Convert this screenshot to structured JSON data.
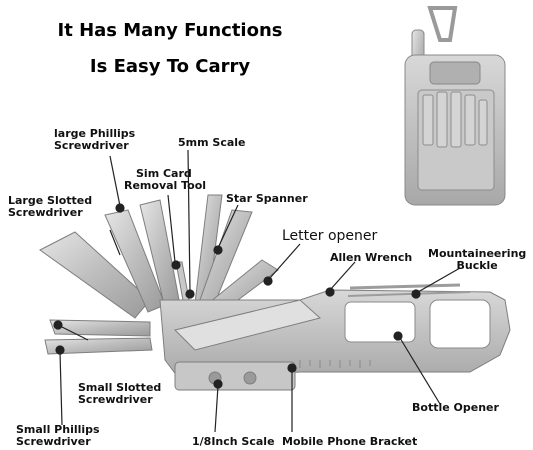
{
  "headline": {
    "line1": "It Has Many Functions",
    "line2": "Is Easy To Carry"
  },
  "labels": {
    "large_phillips_1": "large Phillips",
    "large_phillips_2": "Screwdriver",
    "scale_5mm": "5mm Scale",
    "sim_card_1": "Sim Card",
    "sim_card_2": "Removal Tool",
    "large_slotted_1": "Large Slotted",
    "large_slotted_2": "Screwdriver",
    "star_spanner": "Star Spanner",
    "letter_opener": "Letter opener",
    "allen_wrench": "Allen Wrench",
    "mountaineering_1": "Mountaineering",
    "mountaineering_2": "Buckle",
    "small_slotted_1": "Small Slotted",
    "small_slotted_2": "Screwdriver",
    "small_phillips_1": "Small Phillips",
    "small_phillips_2": "Screwdriver",
    "scale_inch": "1/8Inch Scale",
    "phone_bracket": "Mobile Phone Bracket",
    "bottle_opener": "Bottle Opener"
  },
  "colors": {
    "steel_light": "#d9d9d9",
    "steel_mid": "#b5b5b5",
    "steel_dark": "#8a8a8a",
    "pointer": "#222222"
  }
}
